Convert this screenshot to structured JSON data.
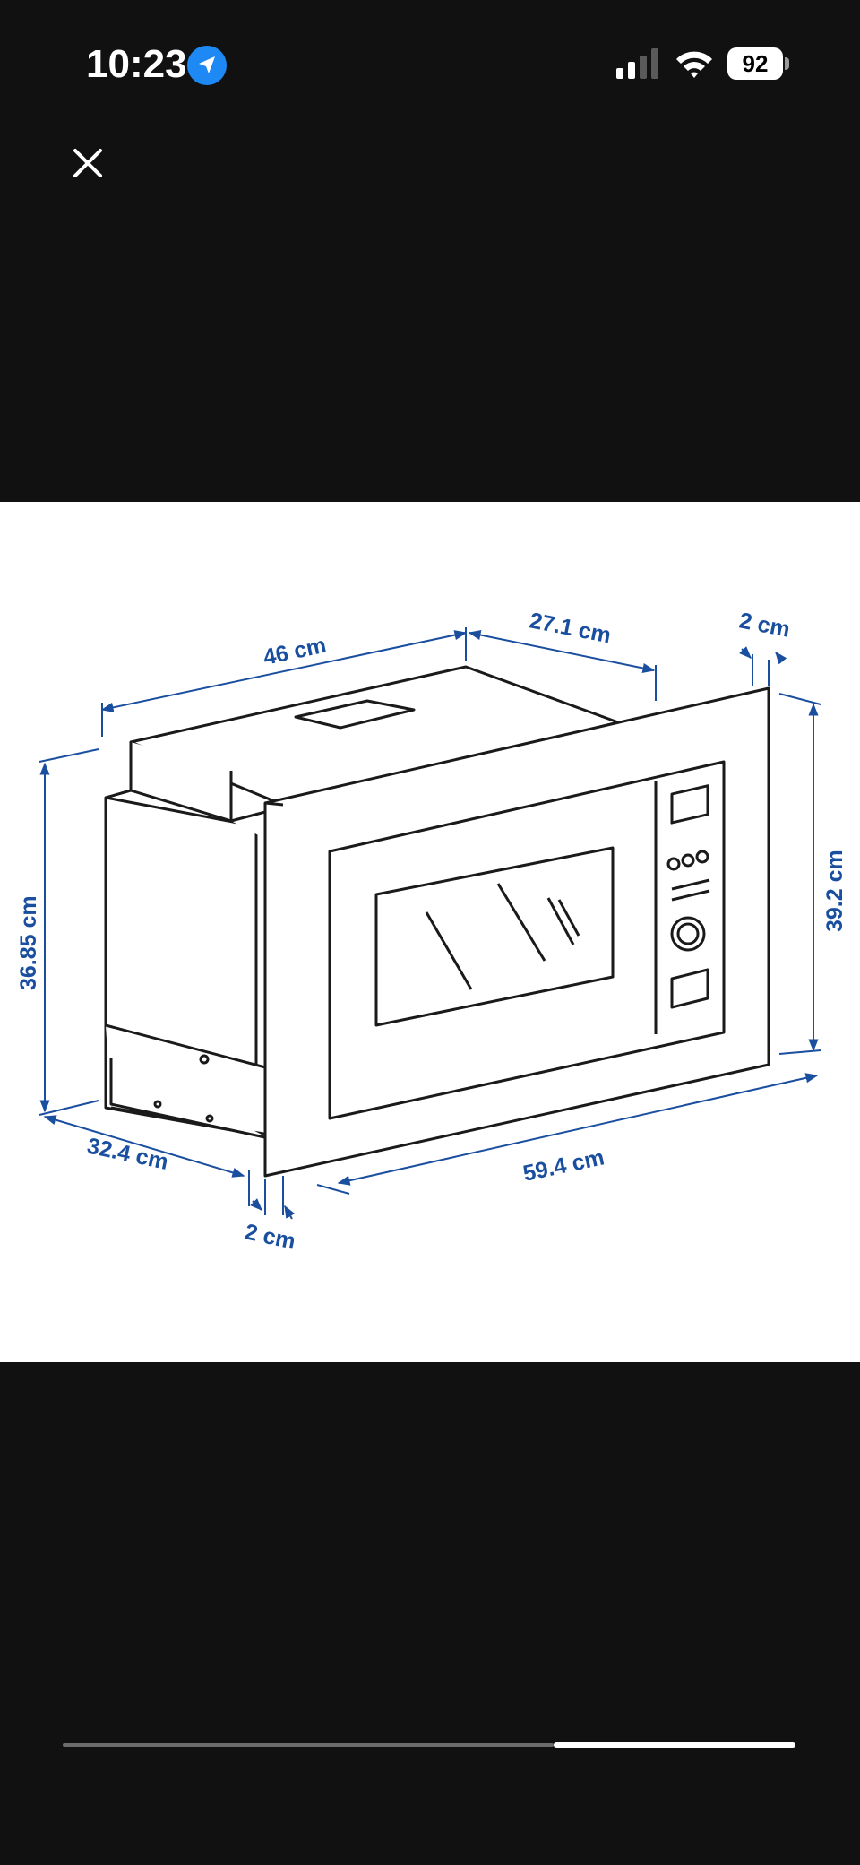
{
  "status_bar": {
    "time": "10:23",
    "battery_level": "92",
    "icons": [
      "location-arrow-icon",
      "cellular-signal-icon",
      "wifi-icon",
      "battery-icon"
    ]
  },
  "toolbar": {
    "close_icon": "close-icon"
  },
  "diagram": {
    "labels": {
      "depth_top": "46 cm",
      "inner_depth": "27.1 cm",
      "frame_depth_top": "2 cm",
      "height_body": "36.85 cm",
      "height_frame": "39.2 cm",
      "depth_bottom": "32.4 cm",
      "width_frame": "59.4 cm",
      "frame_depth_bottom": "2 cm"
    },
    "colors": {
      "dimension": "#1a4fa0",
      "outline": "#1a1a1a",
      "background": "#ffffff"
    }
  },
  "home_indicator": {
    "progress": 0.67
  }
}
